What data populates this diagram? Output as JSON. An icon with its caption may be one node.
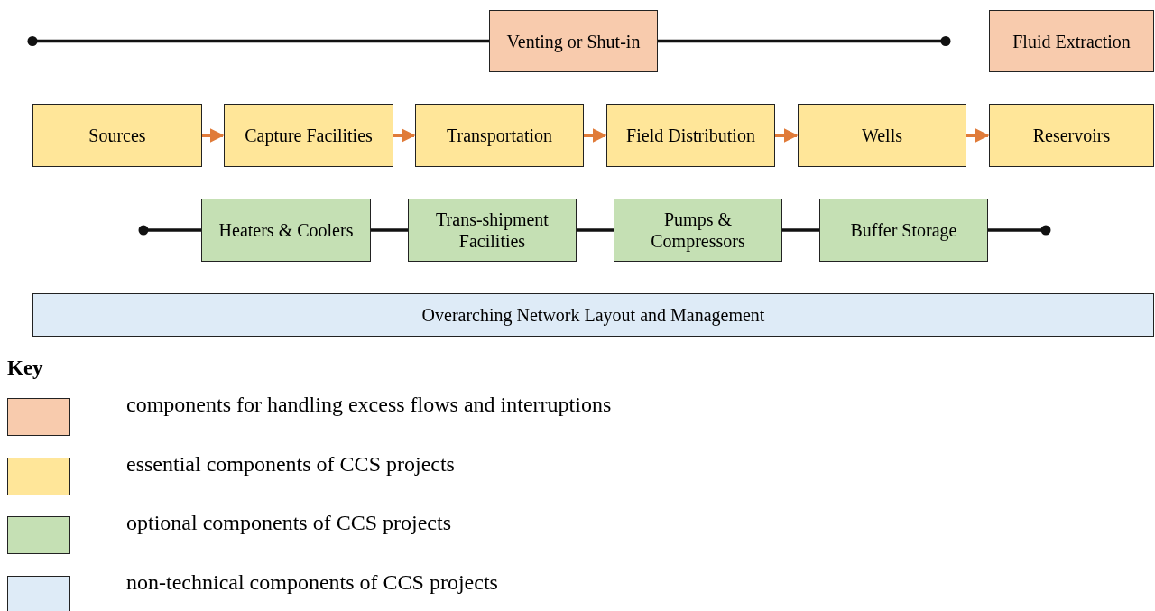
{
  "diagram": {
    "nodes": [
      {
        "text": [
          "Venting or Shut-in"
        ]
      },
      {
        "text": [
          "Fluid Extraction"
        ]
      },
      {
        "text": [
          "Sources"
        ]
      },
      {
        "text": [
          "Capture Facilities"
        ]
      },
      {
        "text": [
          "Transportation"
        ]
      },
      {
        "text": [
          "Field Distribution"
        ]
      },
      {
        "text": [
          "Wells"
        ]
      },
      {
        "text": [
          "Reservoirs"
        ]
      },
      {
        "text": [
          "Heaters & Coolers"
        ]
      },
      {
        "text": [
          "Trans-shipment Facilities"
        ]
      },
      {
        "text": [
          "Pumps & Compressors"
        ]
      },
      {
        "text": [
          "Buffer Storage"
        ]
      },
      {
        "text": [
          "Overarching Network Layout and Management"
        ]
      }
    ],
    "edges": [
      {
        "from": null,
        "to": 0,
        "arrow": "other"
      },
      {
        "from": 0,
        "to": null,
        "arrow": "other"
      },
      {
        "from": 2,
        "to": 3,
        "arrow": "to",
        "color": "#e07b39"
      },
      {
        "from": 3,
        "to": 4,
        "arrow": "to",
        "color": "#e07b39"
      },
      {
        "from": 4,
        "to": 5,
        "arrow": "to",
        "color": "#e07b39"
      },
      {
        "from": 5,
        "to": 6,
        "arrow": "to",
        "color": "#e07b39"
      },
      {
        "from": 6,
        "to": 7,
        "arrow": "to",
        "color": "#e07b39"
      },
      {
        "from": null,
        "to": 8,
        "arrow": "other"
      },
      {
        "from": 8,
        "to": 9,
        "arrow": "none"
      },
      {
        "from": 9,
        "to": 10,
        "arrow": "none"
      },
      {
        "from": 10,
        "to": 11,
        "arrow": "none"
      },
      {
        "from": 11,
        "to": null,
        "arrow": "other"
      }
    ],
    "labels": [
      "Key"
    ],
    "legend": [
      {
        "text": "components for handling excess flows and interruptions",
        "color": "#f8cbad"
      },
      {
        "text": "essential components of CCS projects",
        "color": "#ffe699"
      },
      {
        "text": "optional components of CCS projects",
        "color": "#c5e0b4"
      },
      {
        "text": "non-technical components of CCS projects",
        "color": "#deebf7"
      }
    ]
  }
}
